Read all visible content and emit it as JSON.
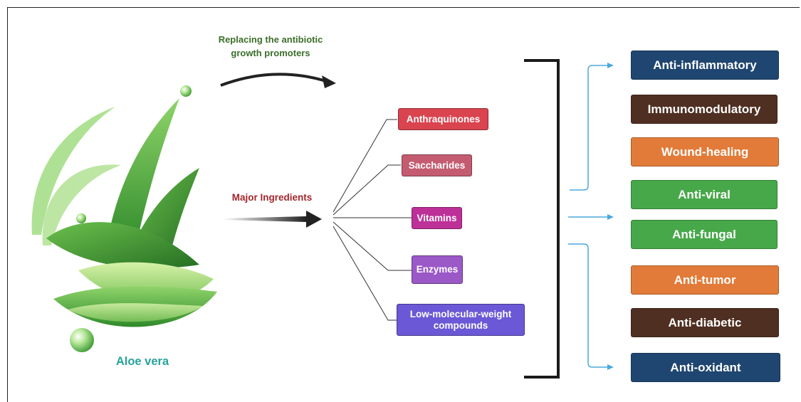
{
  "source_caption": "Aloe vera",
  "arrow_captions": {
    "top": "Replacing the antibiotic growth promoters",
    "middle": "Major Ingredients"
  },
  "ingredients": [
    {
      "label": "Anthraquinones",
      "color": "#d9444f"
    },
    {
      "label": "Saccharides",
      "color": "#c45c71"
    },
    {
      "label": "Vitamins",
      "color": "#bd3098"
    },
    {
      "label": "Enzymes",
      "color": "#9b58c7"
    },
    {
      "label": "Low-molecular-weight compounds",
      "color": "#6b58d6"
    }
  ],
  "activities": [
    {
      "label": "Anti-inflammatory",
      "color": "#1f4670"
    },
    {
      "label": "Immunomodulatory",
      "color": "#4f2f22"
    },
    {
      "label": "Wound-healing",
      "color": "#e27b39"
    },
    {
      "label": "Anti-viral",
      "color": "#47a849"
    },
    {
      "label": "Anti-fungal",
      "color": "#47a849"
    },
    {
      "label": "Anti-tumor",
      "color": "#e27b39"
    },
    {
      "label": "Anti-diabetic",
      "color": "#4f2f22"
    },
    {
      "label": "Anti-oxidant",
      "color": "#1f4670"
    }
  ],
  "colors": {
    "aloe_caption": "#27a39a",
    "top_caption": "#3c6e2a",
    "middle_caption": "#a3262c",
    "connector": "#4aa9dc"
  }
}
